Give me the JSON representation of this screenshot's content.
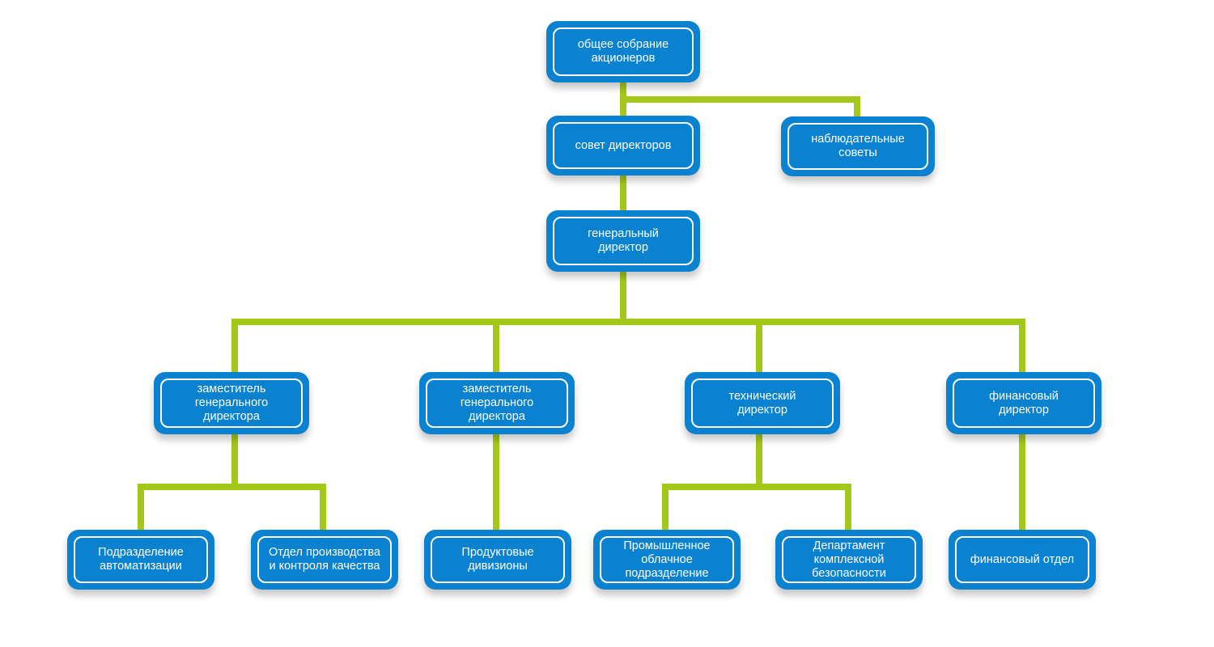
{
  "colors": {
    "box": "#0a82cf",
    "box_text": "#ffffff",
    "connector": "#a4c81a"
  },
  "nodes": {
    "shareholders": "общее собрание\nакционеров",
    "board": "совет директоров",
    "supervisory": "наблюдательные\nсоветы",
    "ceo": "генеральный\nдиректор",
    "deputy1": "заместитель\nгенерального\nдиректора",
    "deputy2": "заместитель\nгенерального\nдиректора",
    "cto": "технический\nдиректор",
    "cfo": "финансовый\nдиректор",
    "automation": "Подразделение\nавтоматизации",
    "production_qc": "Отдел производства\nи контроля качества",
    "product_divisions": "Продуктовые\nдивизионы",
    "industrial_cloud": "Промышленное\nоблачное\nподразделение",
    "security_dept": "Департамент\nкомплексной\nбезопасности",
    "finance_dept": "финансовый отдел"
  }
}
